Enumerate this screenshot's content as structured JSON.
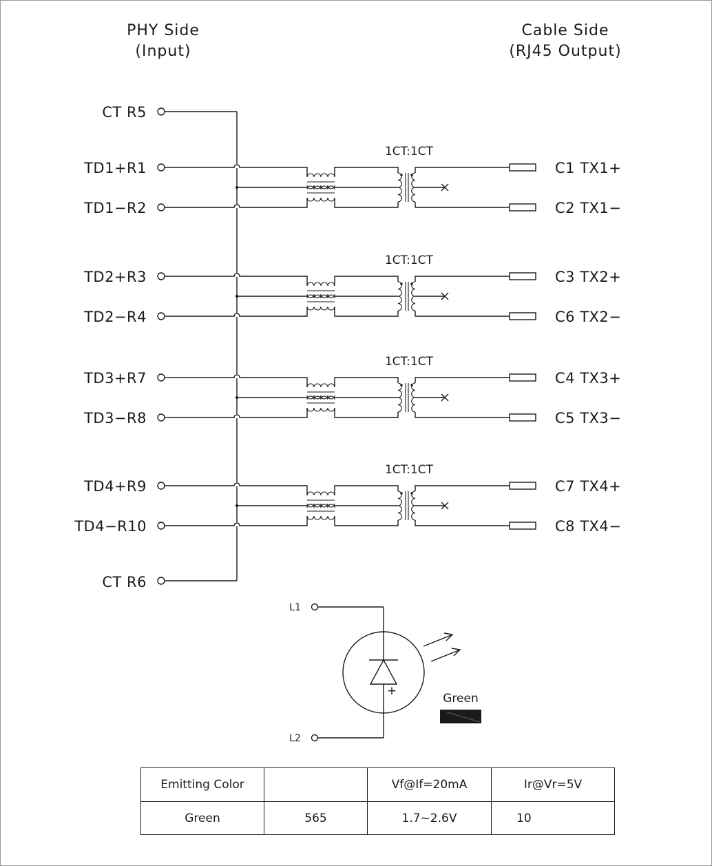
{
  "headers": {
    "phy_side": "PHY Side",
    "phy_input": "(Input)",
    "cable_side": "Cable Side",
    "cable_output": "(RJ45 Output)"
  },
  "ct_top": "CT R5",
  "ct_bottom": "CT R6",
  "channels": [
    {
      "ratio": "1CT:1CT",
      "in_plus": "TD1+R1",
      "in_minus": "TD1−R2",
      "out_plus": "C1  TX1+",
      "out_minus": "C2  TX1−"
    },
    {
      "ratio": "1CT:1CT",
      "in_plus": "TD2+R3",
      "in_minus": "TD2−R4",
      "out_plus": "C3  TX2+",
      "out_minus": "C6  TX2−"
    },
    {
      "ratio": "1CT:1CT",
      "in_plus": "TD3+R7",
      "in_minus": "TD3−R8",
      "out_plus": "C4  TX3+",
      "out_minus": "C5  TX3−"
    },
    {
      "ratio": "1CT:1CT",
      "in_plus": "TD4+R9",
      "in_minus": "TD4−R10",
      "out_plus": "C7  TX4+",
      "out_minus": "C8  TX4−"
    }
  ],
  "led": {
    "pin1": "L1",
    "pin2": "L2",
    "plus": "+",
    "color_label": "Green",
    "swatch_color": "#1a1a1a"
  },
  "table": {
    "header": [
      "Emitting Color",
      "",
      "Vf@If=20mA",
      "Ir@Vr=5V"
    ],
    "rows": [
      [
        "Green",
        "565",
        "1.7~2.6V",
        "10"
      ]
    ]
  }
}
